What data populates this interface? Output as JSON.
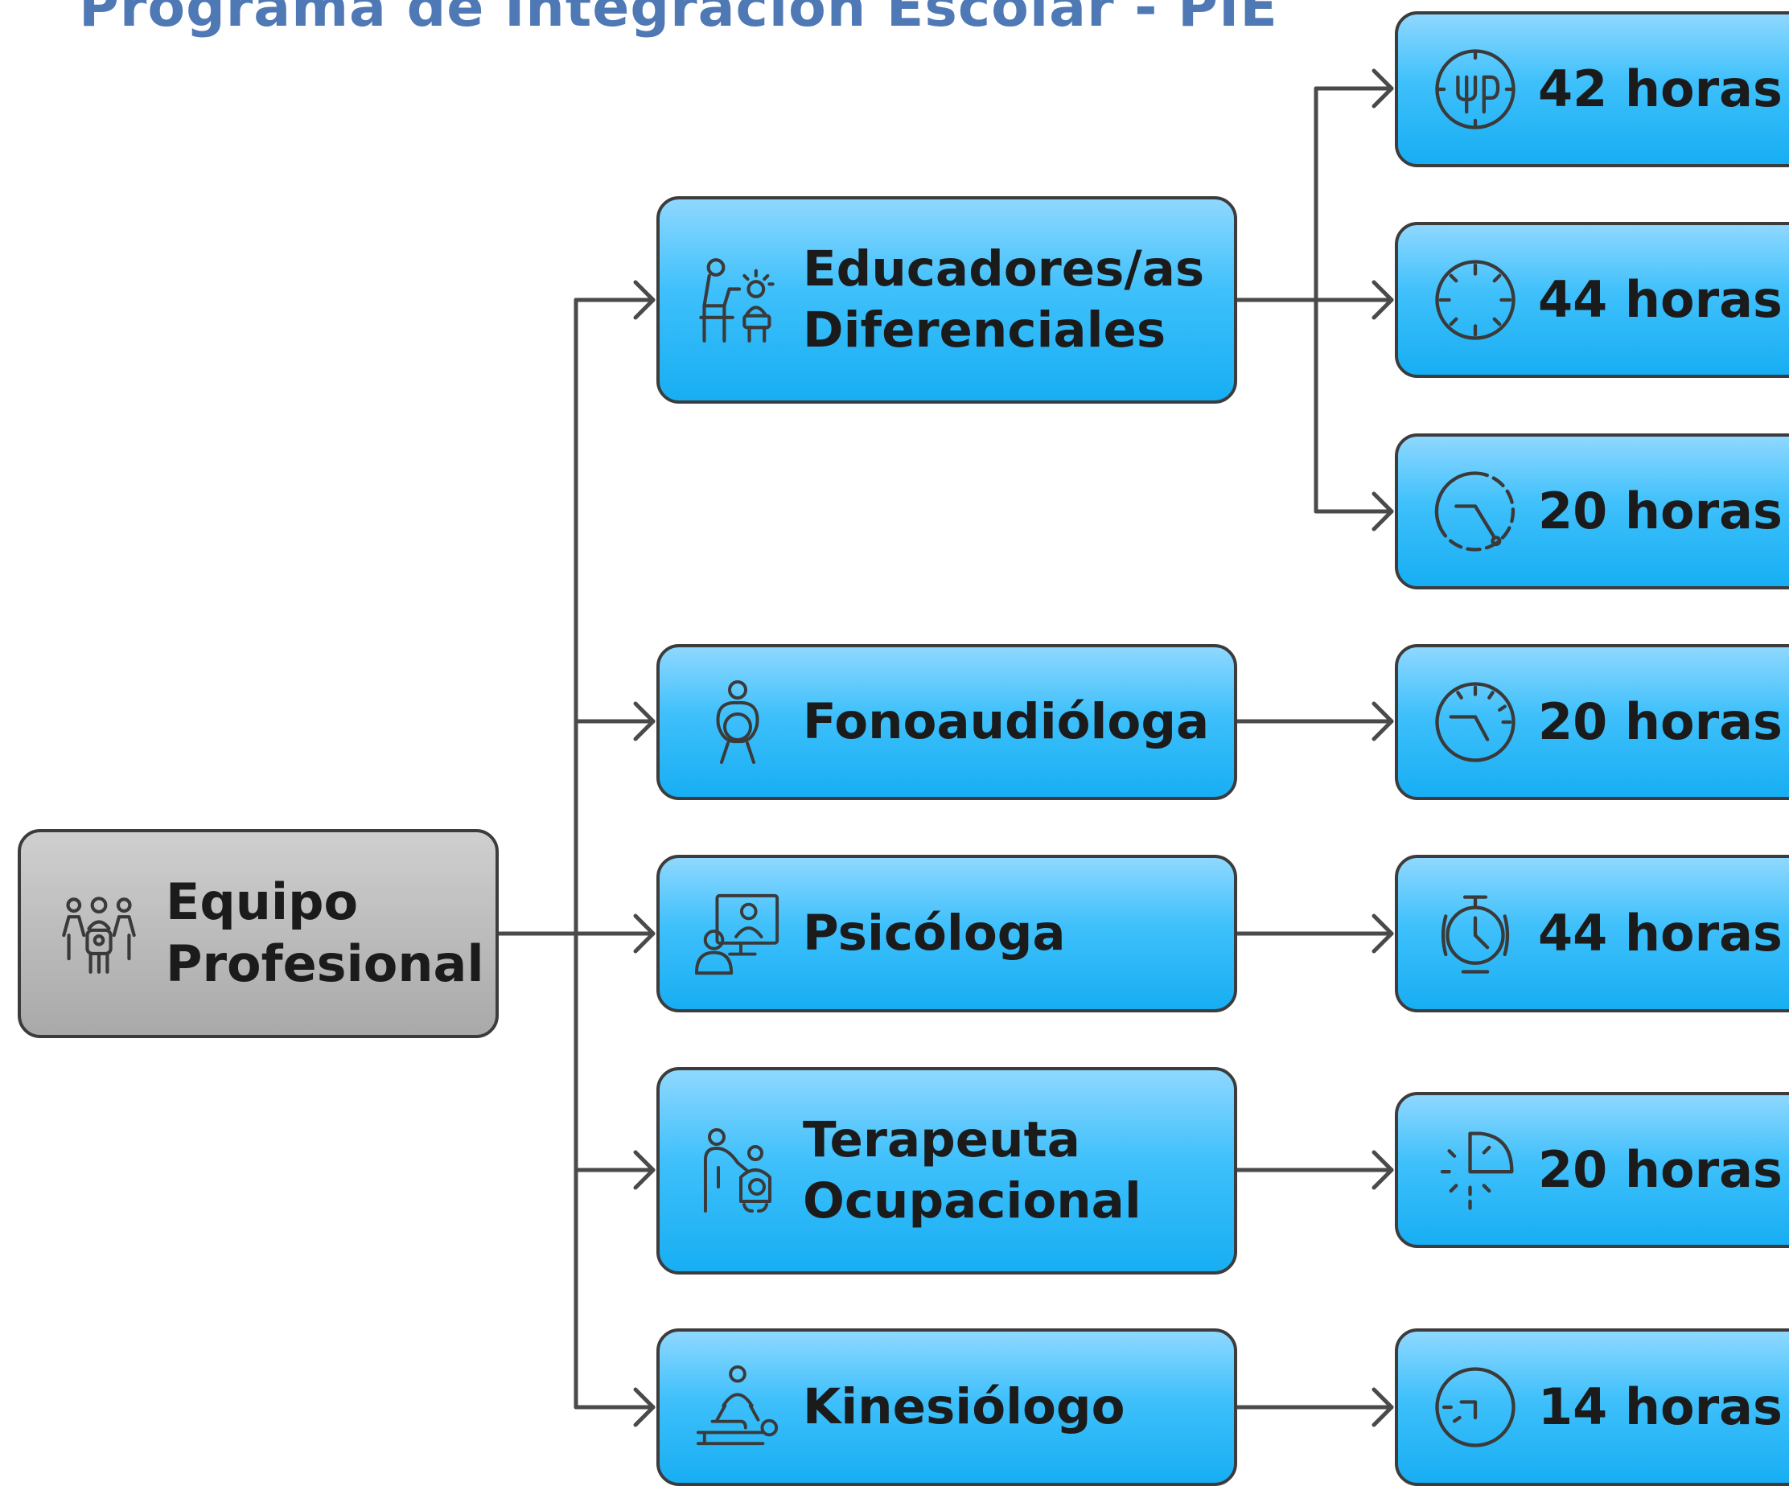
{
  "title": "Programa de Integración Escolar - PIE",
  "root": {
    "label_line1": "Equipo",
    "label_line2": "Profesional",
    "icon": "team-icon"
  },
  "roles": [
    {
      "line1": "Educadores/as",
      "line2": "Diferenciales",
      "icon": "teacher-icon"
    },
    {
      "line1": "Fonoaudióloga",
      "line2": "",
      "icon": "speech-therapy-icon"
    },
    {
      "line1": "Psicóloga",
      "line2": "",
      "icon": "psychologist-icon"
    },
    {
      "line1": "Terapeuta",
      "line2": "Ocupacional",
      "icon": "occupational-therapy-icon"
    },
    {
      "line1": "Kinesiólogo",
      "line2": "",
      "icon": "physiotherapy-icon"
    }
  ],
  "hours": [
    {
      "label": "42 horas",
      "icon": "clock-icon"
    },
    {
      "label": "44 horas",
      "icon": "clock-icon"
    },
    {
      "label": "20 horas",
      "icon": "clock-icon"
    },
    {
      "label": "20 horas",
      "icon": "clock-icon"
    },
    {
      "label": "44 horas",
      "icon": "alarm-clock-icon"
    },
    {
      "label": "20 horas",
      "icon": "quarter-clock-icon"
    },
    {
      "label": "14 horas",
      "icon": "clock-icon"
    }
  ],
  "colors": {
    "title": "#4f79b5",
    "node_fill": "#3fc0fb",
    "root_fill": "#b5b5b5",
    "stroke": "#3c3c3c"
  }
}
